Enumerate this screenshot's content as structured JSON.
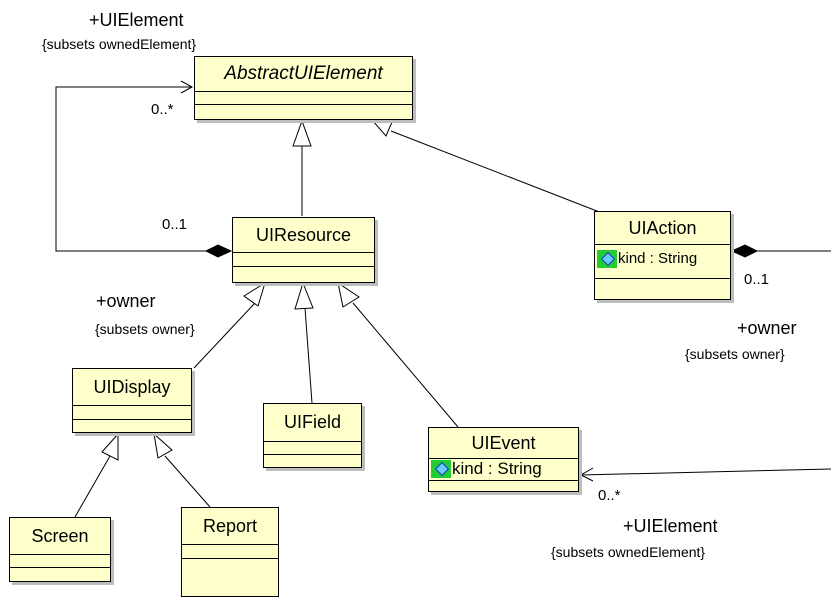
{
  "classes": {
    "abstract_ui_element": {
      "name": "AbstractUIElement"
    },
    "ui_resource": {
      "name": "UIResource"
    },
    "ui_action": {
      "name": "UIAction",
      "attribute": "kind : String"
    },
    "ui_display": {
      "name": "UIDisplay"
    },
    "ui_field": {
      "name": "UIField"
    },
    "ui_event": {
      "name": "UIEvent",
      "attribute": "kind : String"
    },
    "screen": {
      "name": "Screen"
    },
    "report": {
      "name": "Report"
    }
  },
  "labels": {
    "top_role": "+UIElement",
    "top_constraint": "{subsets ownedElement}",
    "top_mult_many": "0..*",
    "resource_mult_one": "0..1",
    "resource_owner_role": "+owner",
    "resource_owner_constraint": "{subsets owner}",
    "action_mult_one": "0..1",
    "action_owner_role": "+owner",
    "action_owner_constraint": "{subsets owner}",
    "event_mult_many": "0..*",
    "bottom_role": "+UIElement",
    "bottom_constraint": "{subsets ownedElement}"
  },
  "icons": {
    "attribute": "attribute-icon"
  },
  "colors": {
    "class_fill": "#ffffcc",
    "attr_icon": "#22cc33"
  }
}
